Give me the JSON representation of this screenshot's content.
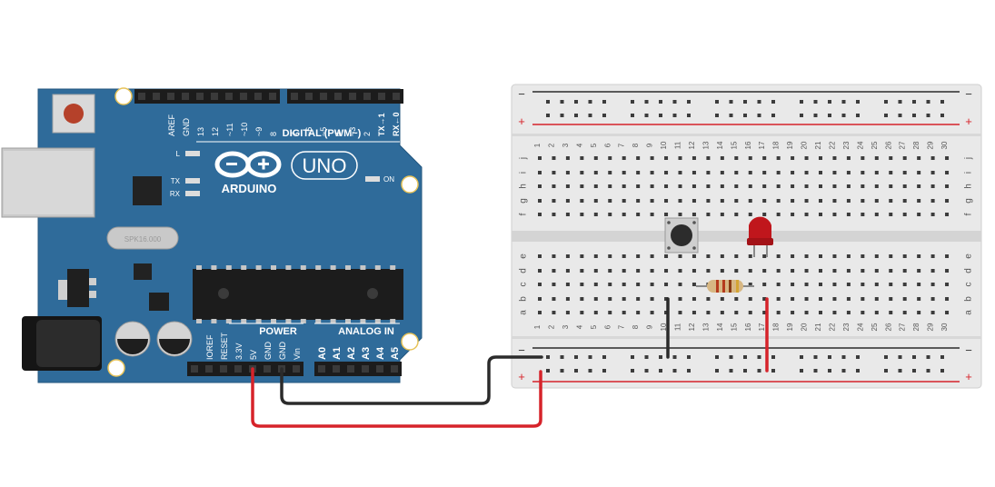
{
  "arduino": {
    "brand": "ARDUINO",
    "model": "UNO",
    "digital_header": "DIGITAL (PWM~)",
    "digital_pins": [
      "AREF",
      "GND",
      "13",
      "12",
      "~11",
      "~10",
      "~9",
      "8",
      "7",
      "~6",
      "~5",
      "4",
      "~3",
      "2",
      "TX→1",
      "RX←0"
    ],
    "power_header": "POWER",
    "power_pins": [
      "IOREF",
      "RESET",
      "3.3V",
      "5V",
      "GND",
      "GND",
      "Vin"
    ],
    "analog_header": "ANALOG IN",
    "analog_pins": [
      "A0",
      "A1",
      "A2",
      "A3",
      "A4",
      "A5"
    ],
    "led_l": "L",
    "led_tx": "TX",
    "led_rx": "RX",
    "led_on": "ON",
    "crystal_label": "SPK16.000",
    "board_color": "#2f6b9a"
  },
  "breadboard": {
    "columns": [
      "1",
      "2",
      "3",
      "4",
      "5",
      "6",
      "7",
      "8",
      "9",
      "10",
      "11",
      "12",
      "13",
      "14",
      "15",
      "16",
      "17",
      "18",
      "19",
      "20",
      "21",
      "22",
      "23",
      "24",
      "25",
      "26",
      "27",
      "28",
      "29",
      "30"
    ],
    "rows_top": [
      "j",
      "i",
      "h",
      "g",
      "f"
    ],
    "rows_bottom": [
      "e",
      "d",
      "c",
      "b",
      "a"
    ],
    "rail_minus": "−",
    "rail_plus": "+"
  },
  "colors": {
    "wire_red": "#d6232a",
    "wire_black": "#2b2b2b",
    "led_red": "#c0161c"
  },
  "icons": [
    "usb-connector-icon",
    "reset-button-icon",
    "power-jack-icon",
    "capacitor-icon",
    "chip-icon",
    "pushbutton-icon",
    "led-icon",
    "resistor-icon"
  ]
}
